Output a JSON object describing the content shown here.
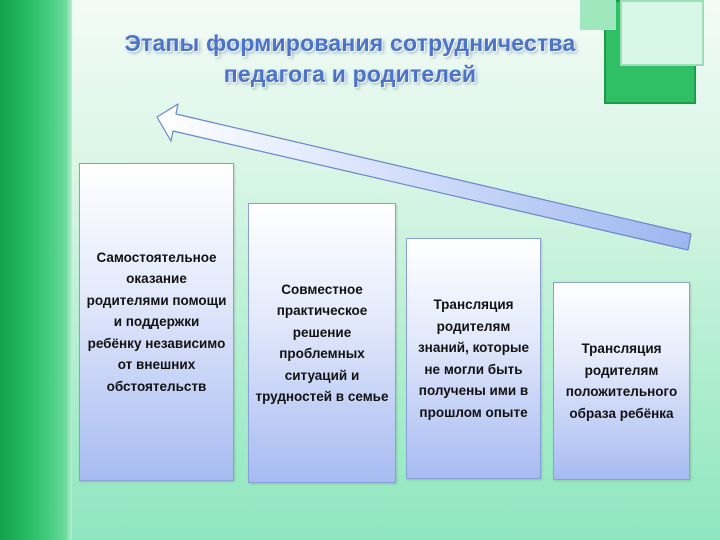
{
  "title": {
    "line1": "Этапы формирования сотрудничества",
    "line2": "педагога и родителей"
  },
  "stages": [
    {
      "text": "Самостоятельное оказание родителями помощи и поддержки ребёнку независимо от внешних обстоятельств"
    },
    {
      "text": "Совместное практическое решение проблемных ситуаций и трудностей в семье"
    },
    {
      "text": "Трансляция родителям знаний, которые не могли быть получены ими в прошлом опыте"
    },
    {
      "text": "Трансляция родителям положительного образа ребёнка"
    }
  ],
  "colors": {
    "title": "#4a73c9",
    "box_border": "#8a9fd6",
    "arrow_fill": "#a9bff5",
    "band_green": "#2cbf68"
  },
  "icons": {
    "arrow": "arrow-left-up-icon"
  }
}
